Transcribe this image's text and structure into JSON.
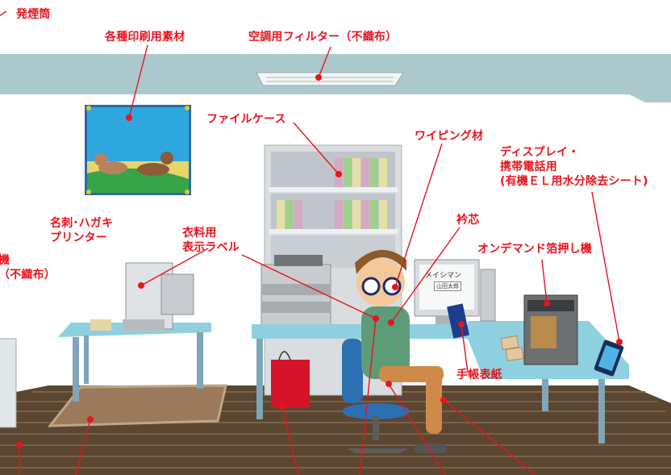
{
  "colors": {
    "accent": "#e8141d",
    "ceiling": "#abc9cd",
    "floor": "#5b4631",
    "rug": "#9b7a5c",
    "desk_top": "#8fd0e0",
    "desk_leg": "#7fa6b6",
    "shelf": "#d9dde0"
  },
  "labels": {
    "smoke_tube": "発煙筒",
    "printing_materials": "各種印刷用素材",
    "ac_filter": "空調用フィルター（不織布）",
    "file_case": "ファイルケース",
    "wiping": "ワイピング材",
    "display_sheet": "ディスプレイ・\n携帯電話用\n(有機ＥＬ用水分除去シート)",
    "card_printer": "名刺･ハガキ\nプリンター",
    "clothing_label": "衣料用\n表示ラベル",
    "collar_core": "衿芯",
    "foil_stamping": "オンデマンド箔押し機",
    "left_machine": "機\n（不織布）",
    "notebook_cover": "手帳表紙"
  },
  "screen_text": {
    "title": "メイシマン",
    "name": "山田太郎"
  },
  "icons": {
    "dogs_poster": "dogs-poster-icon",
    "shopping_bag": "shopping-bag-icon",
    "smartphone": "smartphone-icon"
  }
}
